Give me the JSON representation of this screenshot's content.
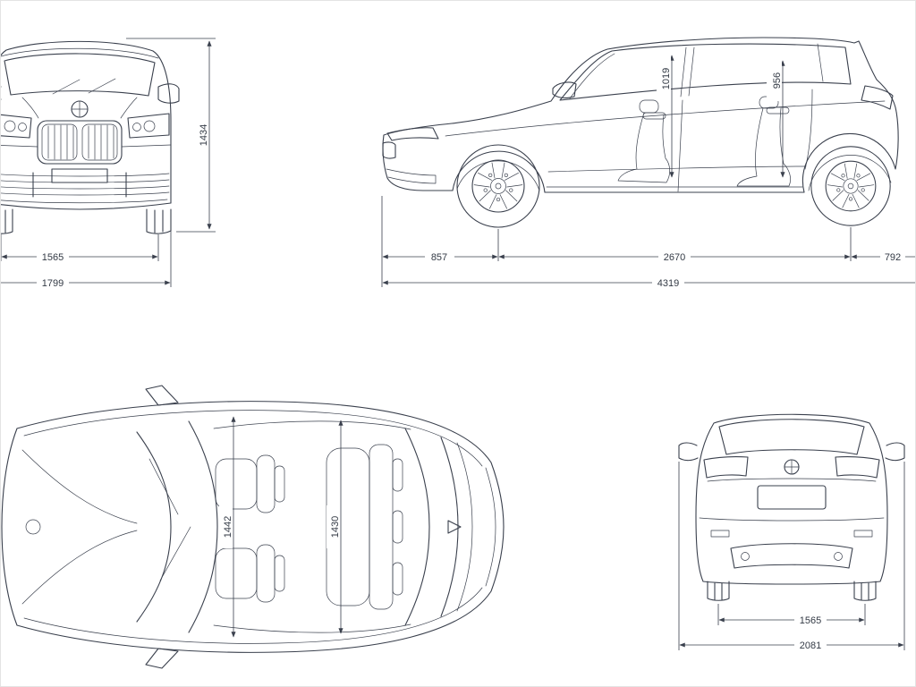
{
  "colors": {
    "line": "#3a404d",
    "text": "#333a45",
    "background": "#ffffff",
    "border": "#e3e3e3"
  },
  "views": {
    "front": {
      "name": "front-view",
      "dimensions": {
        "overall_height": "1434",
        "front_track": "1565",
        "overall_width": "1799"
      }
    },
    "side": {
      "name": "side-view",
      "dimensions": {
        "front_headroom": "1019",
        "rear_headroom": "956",
        "front_overhang": "857",
        "wheelbase": "2670",
        "rear_overhang": "792",
        "overall_length": "4319"
      }
    },
    "top": {
      "name": "top-view",
      "dimensions": {
        "front_interior_width": "1442",
        "rear_interior_width": "1430"
      }
    },
    "rear": {
      "name": "rear-view",
      "dimensions": {
        "rear_track": "1565",
        "overall_width_mirrors": "2081"
      }
    }
  }
}
